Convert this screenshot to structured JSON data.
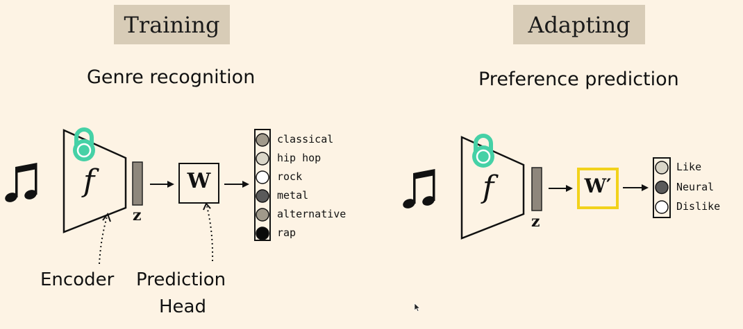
{
  "training": {
    "title": "Training",
    "task": "Genre recognition",
    "encoder_symbol": "f",
    "embedding_symbol": "z",
    "head_symbol": "W",
    "encoder_caption": "Encoder",
    "head_caption_line1": "Prediction",
    "head_caption_line2": "Head",
    "labels": [
      {
        "text": "classical",
        "fill": "#a19a8b"
      },
      {
        "text": "hip hop",
        "fill": "#dad6c8"
      },
      {
        "text": "rock",
        "fill": "#ffffff"
      },
      {
        "text": "metal",
        "fill": "#5a5a5a"
      },
      {
        "text": "alternative",
        "fill": "#a19a8b"
      },
      {
        "text": "rap",
        "fill": "#0a0a0a"
      }
    ]
  },
  "adapting": {
    "title": "Adapting",
    "task": "Preference prediction",
    "encoder_symbol": "f",
    "embedding_symbol": "z",
    "head_symbol": "W′",
    "labels": [
      {
        "text": "Like",
        "fill": "#dad6c8"
      },
      {
        "text": "Neural",
        "fill": "#5a5a5a"
      },
      {
        "text": "Dislike",
        "fill": "#ffffff"
      }
    ]
  },
  "colors": {
    "background": "#fdf3e4",
    "title_bg": "#d8ccb7",
    "lock": "#45d1a6",
    "embedding_bar": "#8e877c",
    "adapt_head_border": "#f2d21b"
  }
}
